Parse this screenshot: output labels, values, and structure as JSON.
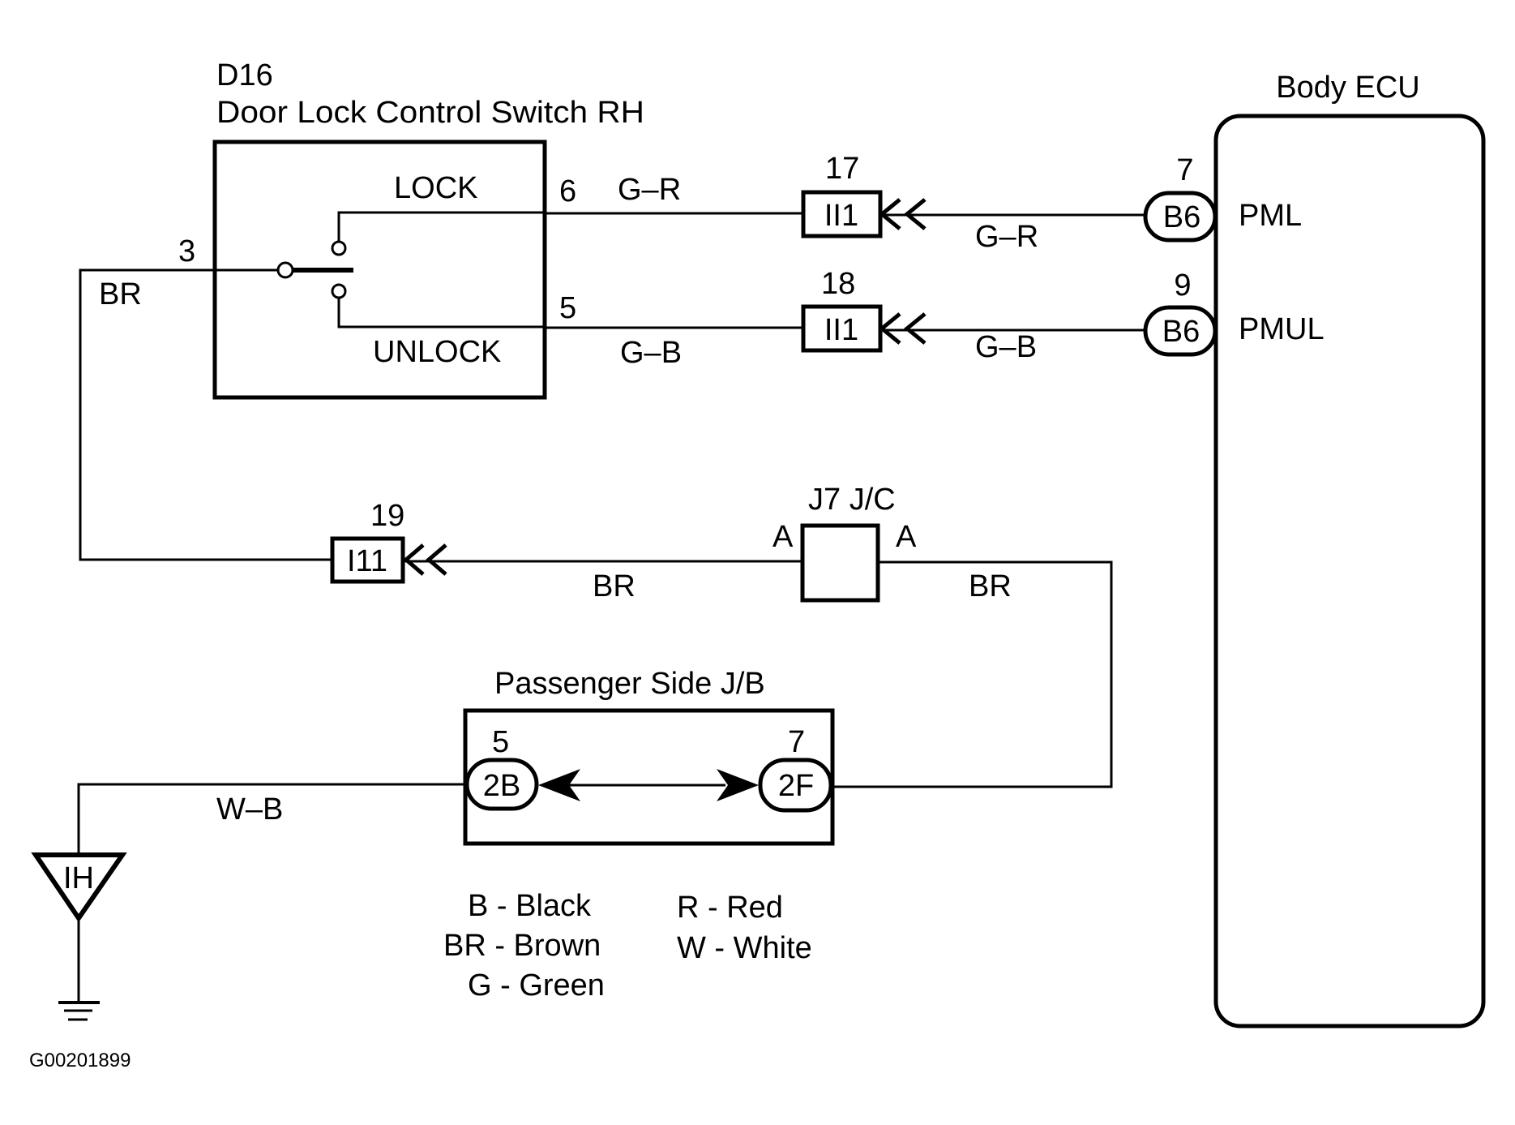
{
  "diagram_id": "G00201899",
  "components": {
    "switch": {
      "code": "D16",
      "name": "Door Lock Control Switch RH",
      "lock_label": "LOCK",
      "unlock_label": "UNLOCK",
      "pin_common": "3",
      "pin_lock": "6",
      "pin_unlock": "5"
    },
    "ecu": {
      "name": "Body ECU",
      "terminals": [
        {
          "pin": "7",
          "connector": "B6",
          "signal": "PML"
        },
        {
          "pin": "9",
          "connector": "B6",
          "signal": "PMUL"
        }
      ]
    },
    "inline_connectors": [
      {
        "pin": "17",
        "code": "II1"
      },
      {
        "pin": "18",
        "code": "II1"
      },
      {
        "pin": "19",
        "code": "I11"
      }
    ],
    "junction_connector": {
      "name": "J7 J/C",
      "left_terminal": "A",
      "right_terminal": "A"
    },
    "junction_block": {
      "name": "Passenger Side J/B",
      "left": {
        "pin": "5",
        "connector": "2B"
      },
      "right": {
        "pin": "7",
        "connector": "2F"
      }
    },
    "ground": {
      "code": "IH"
    }
  },
  "wires": {
    "switch_common": "BR",
    "lock_left": "G–R",
    "lock_right": "G–R",
    "unlock_left": "G–B",
    "unlock_right": "G–B",
    "i11_jc": "BR",
    "jc_jb": "BR",
    "ground": "W–B"
  },
  "legend": [
    {
      "text": "B - Black"
    },
    {
      "text": "BR - Brown"
    },
    {
      "text": "G - Green"
    },
    {
      "text": "R - Red"
    },
    {
      "text": "W - White"
    }
  ]
}
